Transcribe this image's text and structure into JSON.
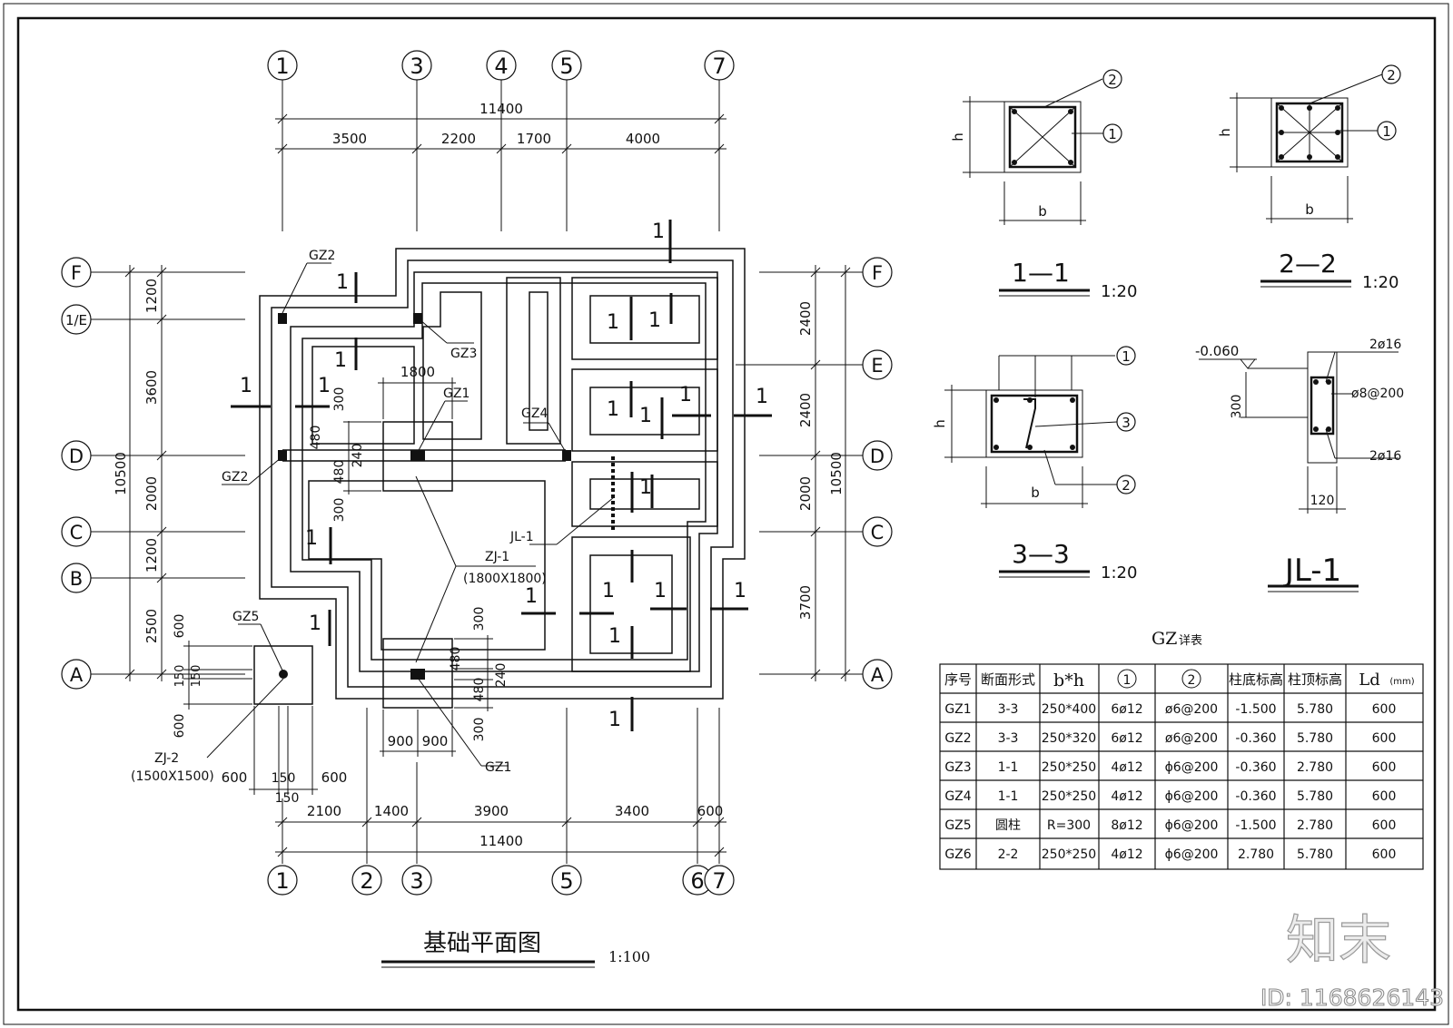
{
  "plan": {
    "title": "基础平面图",
    "scale": "1:100",
    "top_axes": [
      "1",
      "3",
      "4",
      "5",
      "7"
    ],
    "bottom_axes": [
      "1",
      "2",
      "3",
      "5",
      "6",
      "7"
    ],
    "left_axes": [
      "F",
      "1/E",
      "D",
      "C",
      "B",
      "A"
    ],
    "right_axes": [
      "F",
      "E",
      "D",
      "C",
      "A"
    ],
    "top_total": "11400",
    "top_spans": [
      "3500",
      "2200",
      "1700",
      "4000"
    ],
    "bottom_spans": [
      "2100",
      "1400",
      "3900",
      "3400",
      "600"
    ],
    "bottom_total": "11400",
    "left_spans": [
      "1200",
      "3600",
      "2000",
      "1200",
      "2500"
    ],
    "left_total": "10500",
    "right_spans": [
      "2400",
      "2400",
      "2000",
      "3700"
    ],
    "right_total": "10500",
    "gz_labels": [
      "GZ2",
      "GZ3",
      "GZ1",
      "GZ2",
      "GZ4",
      "GZ5",
      "GZ1"
    ],
    "zj1_label": "ZJ-1",
    "zj1_size": "(1800X1800)",
    "zj2_label": "ZJ-2",
    "zj2_size": "(1500X1500)",
    "jl1_label": "JL-1",
    "dims_zj1_top": [
      "1800",
      "300",
      "480",
      "240",
      "480",
      "300"
    ],
    "dims_zj1_bottom": [
      "300",
      "480",
      "240",
      "480",
      "300",
      "900",
      "900"
    ],
    "dims_zj2": [
      "600",
      "150",
      "150",
      "600",
      "600",
      "150",
      "600",
      "150"
    ],
    "section_mark": "1"
  },
  "sections": [
    {
      "title": "1—1",
      "scale": "1:20",
      "b": "b",
      "h": "h",
      "callouts": [
        "2",
        "1"
      ]
    },
    {
      "title": "2—2",
      "scale": "1:20",
      "b": "b",
      "h": "h",
      "callouts": [
        "2",
        "1"
      ]
    },
    {
      "title": "3—3",
      "scale": "1:20",
      "b": "b",
      "h": "h",
      "callouts": [
        "1",
        "3",
        "2"
      ]
    },
    {
      "title": "JL-1",
      "elevation": "-0.060",
      "top_bar": "2ø16",
      "stirrup": "ø8@200",
      "bottom_bar": "2ø16",
      "height": "300",
      "width": "120"
    }
  ],
  "gz_table": {
    "title": "GZ",
    "title_suffix": "详表",
    "headers": [
      "序号",
      "断面形式",
      "b*h",
      "1",
      "2",
      "柱底标高",
      "柱顶标高",
      "Ld"
    ],
    "ld_unit": "(mm)",
    "rows": [
      [
        "GZ1",
        "3-3",
        "250*400",
        "6ø12",
        "ø6@200",
        "-1.500",
        "5.780",
        "600"
      ],
      [
        "GZ2",
        "3-3",
        "250*320",
        "6ø12",
        "ø6@200",
        "-0.360",
        "5.780",
        "600"
      ],
      [
        "GZ3",
        "1-1",
        "250*250",
        "4ø12",
        "ϕ6@200",
        "-0.360",
        "2.780",
        "600"
      ],
      [
        "GZ4",
        "1-1",
        "250*250",
        "4ø12",
        "ϕ6@200",
        "-0.360",
        "5.780",
        "600"
      ],
      [
        "GZ5",
        "圆柱",
        "R=300",
        "8ø12",
        "ϕ6@200",
        "-1.500",
        "2.780",
        "600"
      ],
      [
        "GZ6",
        "2-2",
        "250*250",
        "4ø12",
        "ϕ6@200",
        "2.780",
        "5.780",
        "600"
      ]
    ]
  },
  "watermark": {
    "logo": "知末",
    "id": "ID: 1168626143"
  }
}
